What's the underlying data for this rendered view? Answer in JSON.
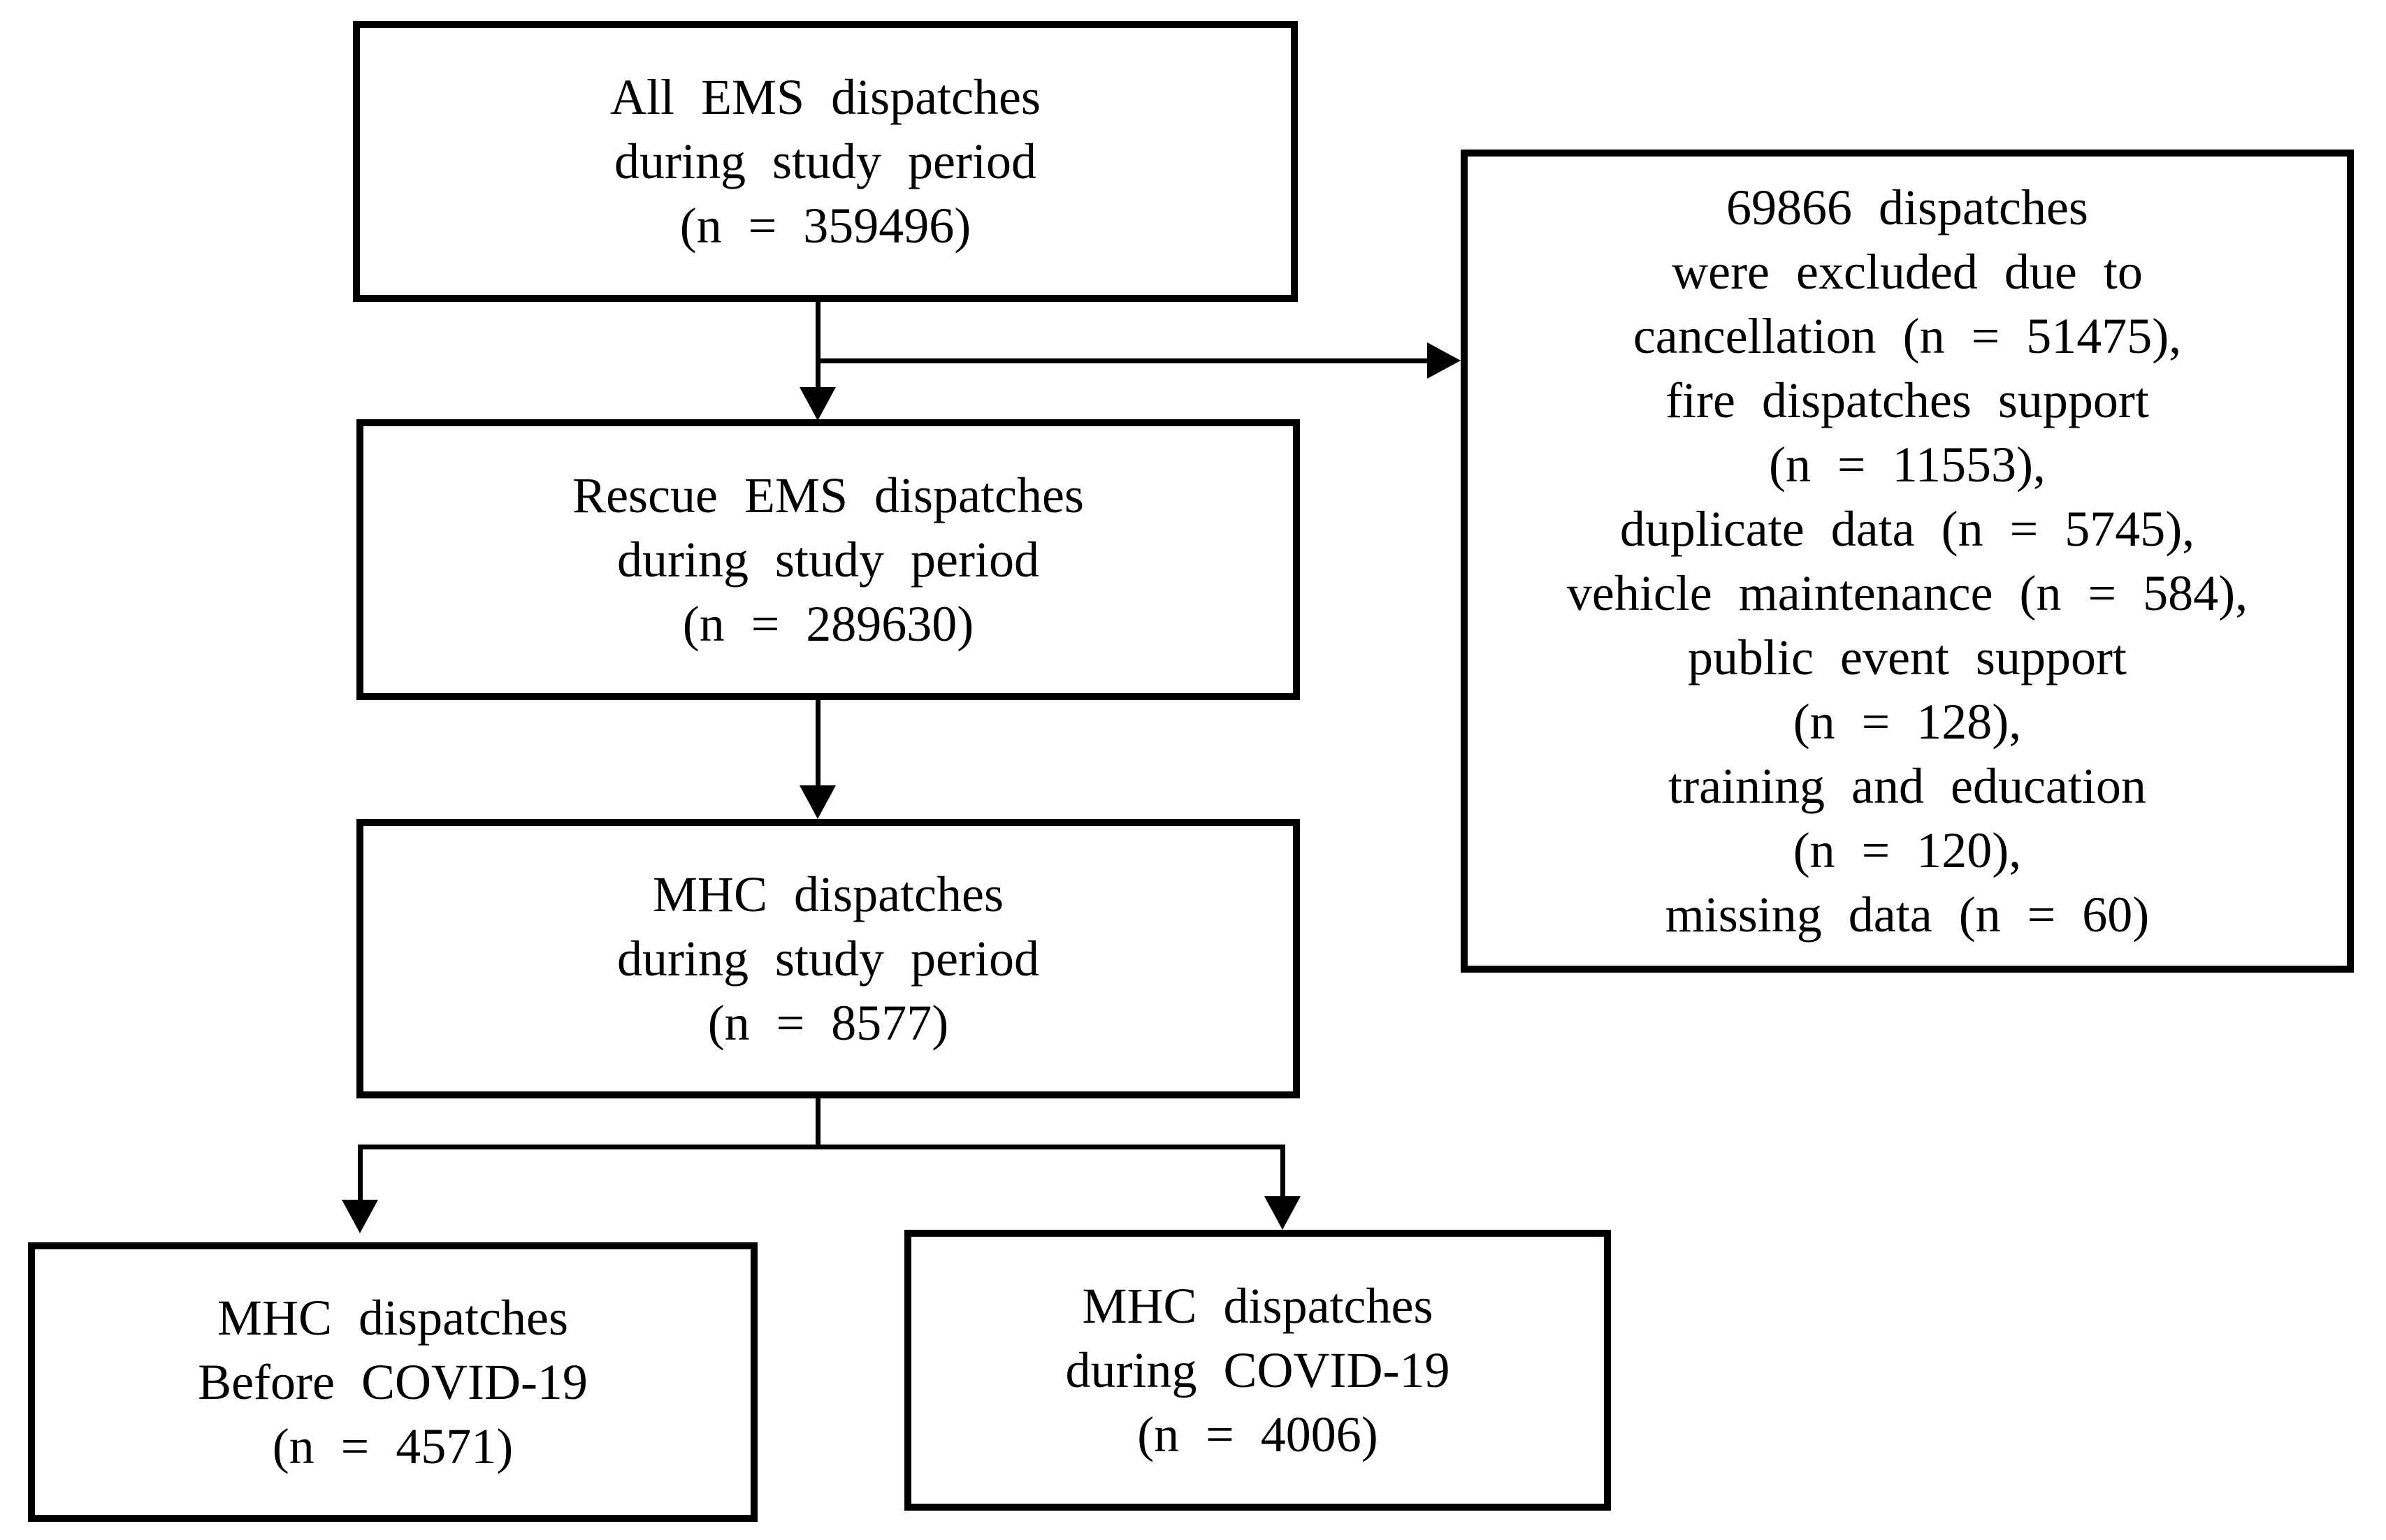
{
  "diagram": {
    "type": "flowchart",
    "description": "EMS dispatch study inclusion/exclusion flow diagram",
    "background_color": "#ffffff",
    "box_fill_color": "#ffffff",
    "box_border_color": "#000000",
    "line_color": "#000000",
    "text_color": "#000000"
  },
  "nodes": {
    "all_ems": {
      "text": "All EMS dispatches\nduring study period\n(n = 359496)",
      "n": 359496
    },
    "rescue": {
      "text": "Rescue EMS dispatches\nduring study period\n(n = 289630)",
      "n": 289630
    },
    "mhc": {
      "text": "MHC dispatches\nduring study period\n(n = 8577)",
      "n": 8577
    },
    "excluded": {
      "text": "69866 dispatches\nwere excluded due to\ncancellation (n = 51475),\nfire dispatches support\n(n = 11553),\nduplicate data (n = 5745),\nvehicle maintenance (n = 584),\npublic event support\n(n = 128),\ntraining and education\n(n = 120),\nmissing data (n = 60)",
      "total_excluded": 69866,
      "reasons": [
        {
          "label": "cancellation",
          "n": 51475
        },
        {
          "label": "fire dispatches support",
          "n": 11553
        },
        {
          "label": "duplicate data",
          "n": 5745
        },
        {
          "label": "vehicle maintenance",
          "n": 584
        },
        {
          "label": "public event support",
          "n": 128
        },
        {
          "label": "training and education",
          "n": 120
        },
        {
          "label": "missing data",
          "n": 60
        }
      ]
    },
    "before_covid": {
      "text": "MHC dispatches\nBefore COVID-19\n(n = 4571)",
      "n": 4571
    },
    "during_covid": {
      "text": "MHC dispatches\nduring COVID-19\n(n = 4006)",
      "n": 4006
    }
  },
  "edges": [
    {
      "from": "all_ems",
      "to": "rescue",
      "type": "arrow-down"
    },
    {
      "from": "all_ems-rescue-connector",
      "to": "excluded",
      "type": "arrow-right"
    },
    {
      "from": "rescue",
      "to": "mhc",
      "type": "arrow-down"
    },
    {
      "from": "mhc",
      "to": "before_covid",
      "type": "arrow-down"
    },
    {
      "from": "mhc",
      "to": "during_covid",
      "type": "arrow-down"
    }
  ]
}
